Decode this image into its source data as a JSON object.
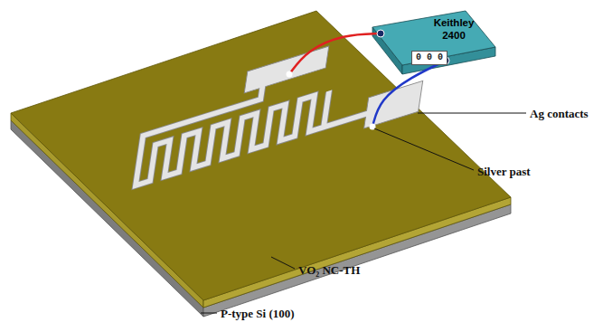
{
  "diagram": {
    "nodes": [
      {
        "text": [
          "Keithley 2400"
        ]
      },
      {
        "text": [
          "0 0 0"
        ],
        "in": 0
      }
    ],
    "labels": [
      "Ag contacts",
      "Silver past",
      "VO₂ NC-TH",
      "P-type Si (100)"
    ]
  }
}
